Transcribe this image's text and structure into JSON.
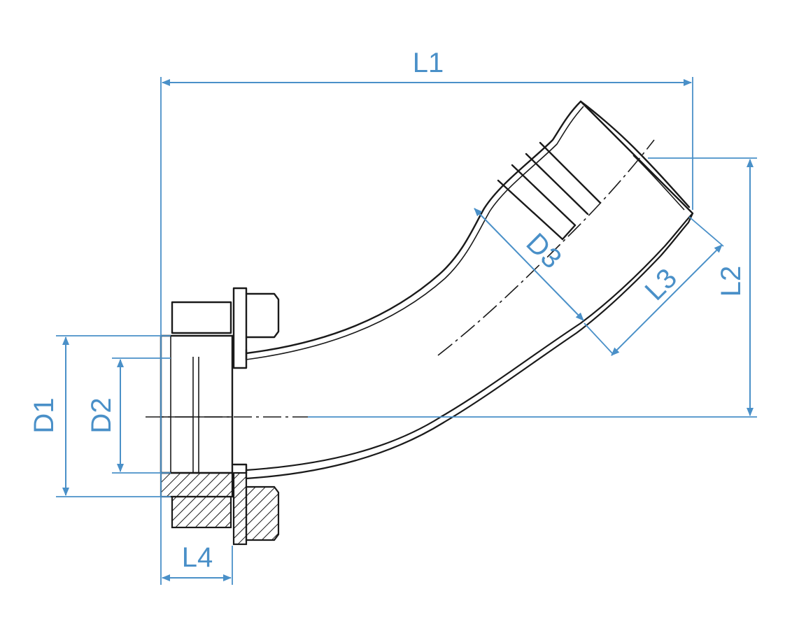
{
  "dimensions": {
    "L1": "L1",
    "L2": "L2",
    "L3": "L3",
    "L4": "L4",
    "D1": "D1",
    "D2": "D2",
    "D3": "D3"
  },
  "colors": {
    "dimension": "#4a90c8",
    "part": "#1a1a1a",
    "background": "#ffffff"
  }
}
